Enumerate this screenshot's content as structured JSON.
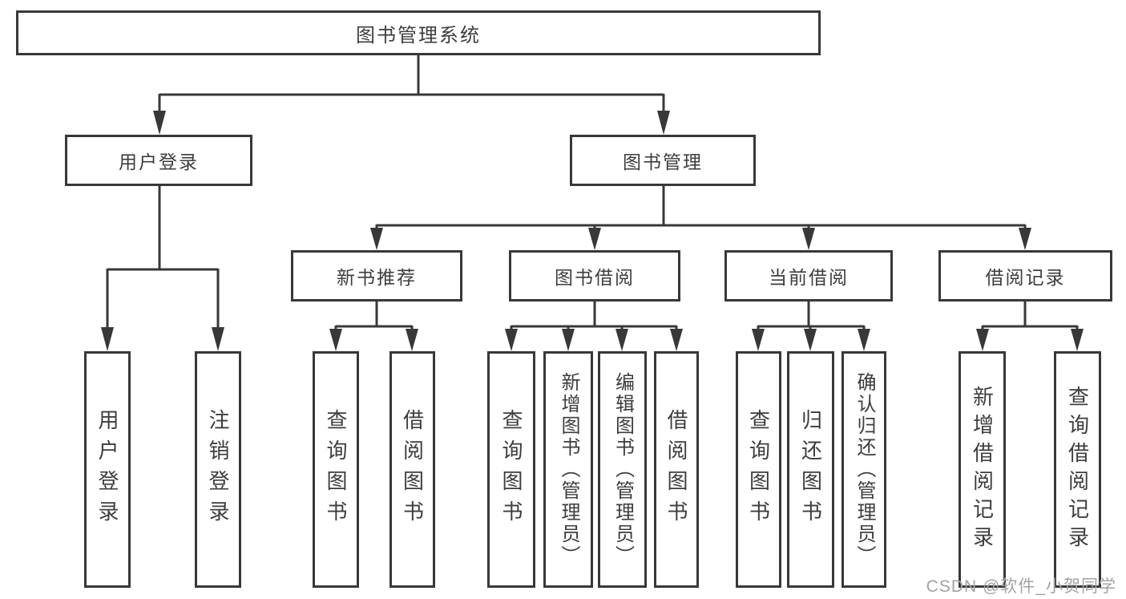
{
  "tree": {
    "label": "图书管理系统",
    "children": [
      {
        "label": "用户登录",
        "children": [
          {
            "label": "用户登录"
          },
          {
            "label": "注销登录"
          }
        ]
      },
      {
        "label": "图书管理",
        "children": [
          {
            "label": "新书推荐",
            "children": [
              {
                "label": "查询图书"
              },
              {
                "label": "借阅图书"
              }
            ]
          },
          {
            "label": "图书借阅",
            "children": [
              {
                "label": "查询图书"
              },
              {
                "label": "新增图书（管理员）"
              },
              {
                "label": "编辑图书（管理员）"
              },
              {
                "label": "借阅图书"
              }
            ]
          },
          {
            "label": "当前借阅",
            "children": [
              {
                "label": "查询图书"
              },
              {
                "label": "归还图书"
              },
              {
                "label": "确认归还（管理员）"
              }
            ]
          },
          {
            "label": "借阅记录",
            "children": [
              {
                "label": "新增借阅记录"
              },
              {
                "label": "查询借阅记录"
              }
            ]
          }
        ]
      }
    ]
  },
  "watermark": {
    "text": "CSDN @软件_小贺同学"
  },
  "colors": {
    "line": "#383838",
    "text": "#3d3d3d",
    "background": "#ffffff",
    "watermark": "#a3a3a3"
  }
}
